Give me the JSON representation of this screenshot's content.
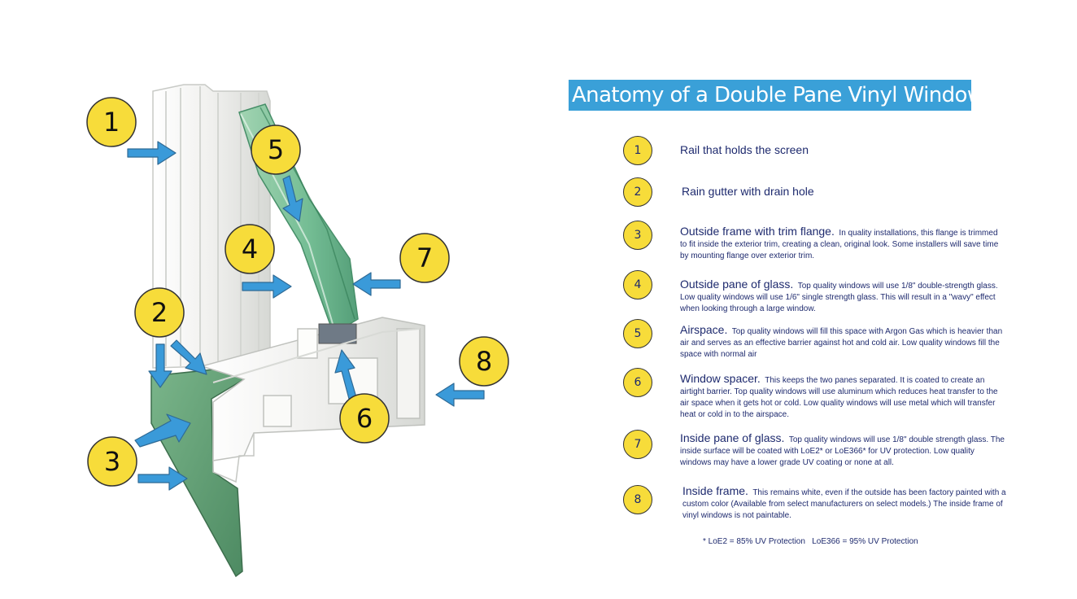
{
  "title": "Anatomy of a Double Pane Vinyl Window",
  "callouts": [
    "1",
    "2",
    "3",
    "4",
    "5",
    "6",
    "7",
    "8"
  ],
  "colors": {
    "title_background": "#3aa0d8",
    "badge_fill": "#f7dc3a",
    "arrow": "#3a9ad9",
    "text": "#1e2a6e",
    "glass": "#6fb98f",
    "trim": "#5c9a6e",
    "vinyl": "#f1f1ef"
  },
  "legend": [
    {
      "num": "1",
      "title": "Rail that holds the screen",
      "desc": ""
    },
    {
      "num": "2",
      "title": "Rain gutter with drain hole",
      "desc": ""
    },
    {
      "num": "3",
      "title": "Outside frame with trim flange.",
      "desc": "In quality installations, this flange is trimmed to fit inside the exterior trim, creating a clean, original look. Some installers will save time by mounting flange over exterior trim."
    },
    {
      "num": "4",
      "title": "Outside pane of glass.",
      "desc": "Top quality windows will use 1/8\" double-strength glass. Low quality windows will use 1/6\" single strength glass. This will result in a \"wavy\" effect when looking through a large window."
    },
    {
      "num": "5",
      "title": "Airspace.",
      "desc": "Top quality windows will fill this space with Argon Gas which is heavier than air and serves as an effective barrier against hot and cold air. Low quality windows fill the space with normal air"
    },
    {
      "num": "6",
      "title": "Window spacer.",
      "desc": "This keeps the two panes separated. It is coated to create an airtight barrier. Top quality windows will use aluminum which reduces heat transfer to the air space when it gets hot or cold. Low quality windows will use metal which will transfer heat or cold in to the airspace."
    },
    {
      "num": "7",
      "title": "Inside pane of glass.",
      "desc": "Top quality windows will use 1/8\" double strength glass. The inside surface will be coated with LoE2* or LoE366* for UV protection. Low quality windows may have a lower grade UV coating or none at all."
    },
    {
      "num": "8",
      "title": "Inside frame.",
      "desc": "This remains white, even if the outside has been factory painted with a custom color (Available from select manufacturers on select models.) The inside frame of vinyl windows is not paintable."
    }
  ],
  "footnote": "* LoE2 = 85% UV Protection   LoE366 = 95% UV Protection"
}
